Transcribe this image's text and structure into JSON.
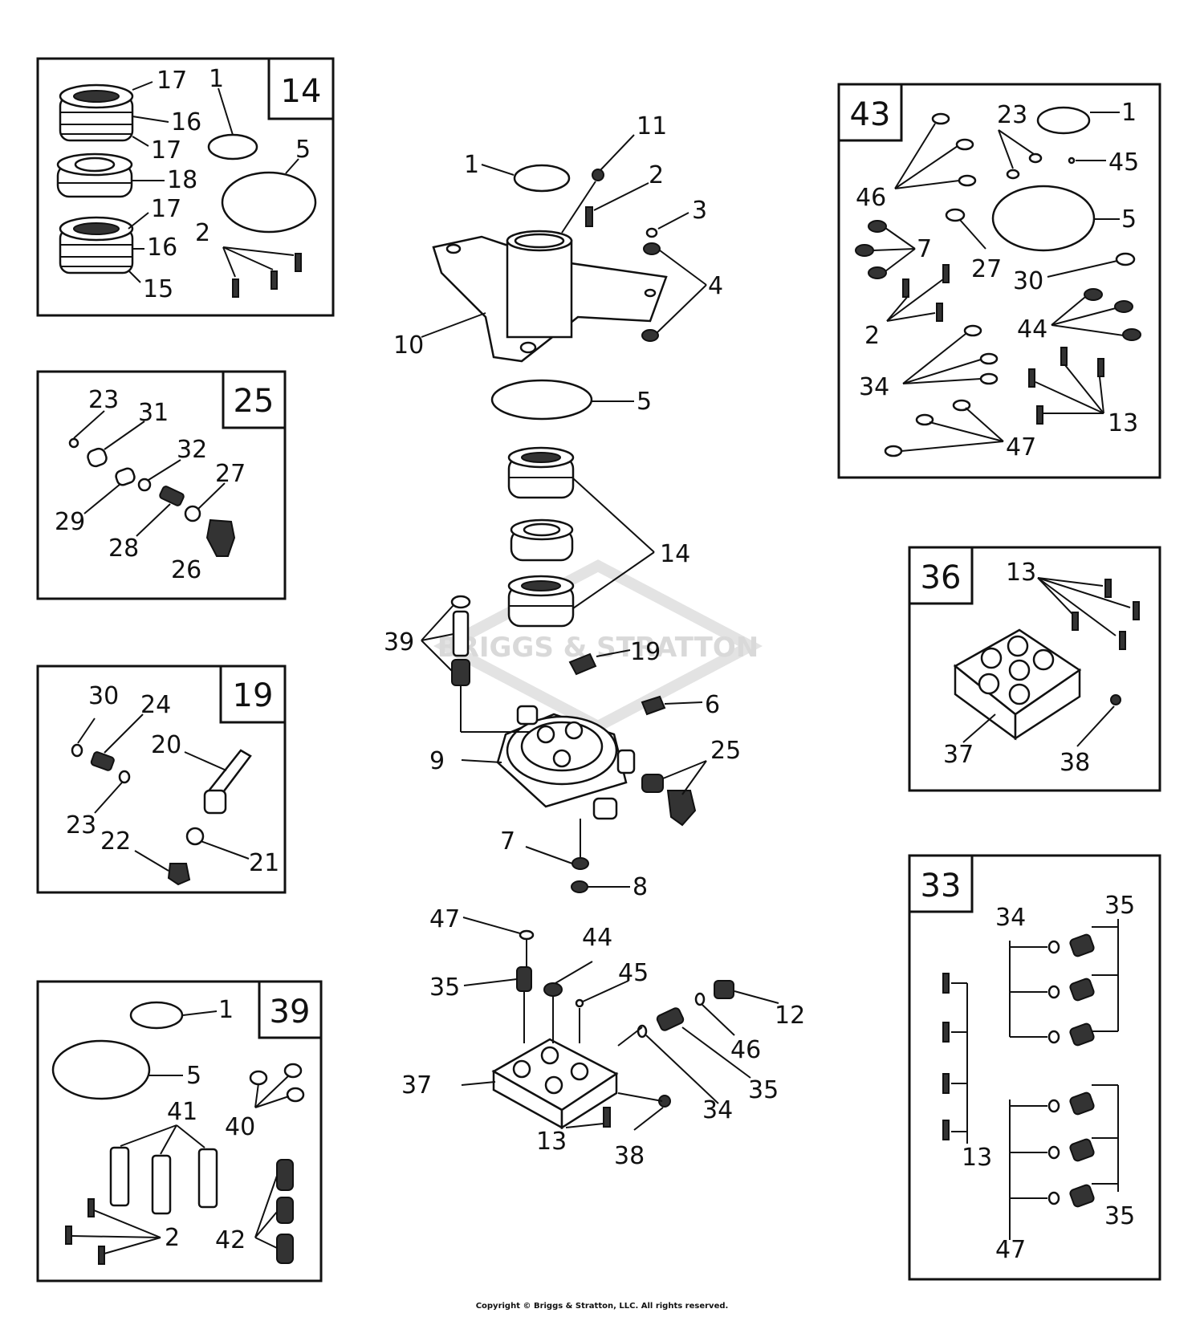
{
  "watermark": "BRIGGS & STRATTON",
  "copyright": "Copyright © Briggs & Stratton, LLC. All rights reserved.",
  "boxes": {
    "b14": {
      "number": "14",
      "labels": [
        "17",
        "16",
        "17",
        "18",
        "17",
        "16",
        "15",
        "1",
        "5",
        "2"
      ]
    },
    "b25": {
      "number": "25",
      "labels": [
        "23",
        "31",
        "32",
        "27",
        "29",
        "28",
        "26"
      ]
    },
    "b19": {
      "number": "19",
      "labels": [
        "30",
        "24",
        "20",
        "23",
        "22",
        "21"
      ]
    },
    "b39": {
      "number": "39",
      "labels": [
        "1",
        "5",
        "41",
        "40",
        "2",
        "42"
      ]
    },
    "b43": {
      "number": "43",
      "labels": [
        "23",
        "1",
        "45",
        "46",
        "5",
        "7",
        "27",
        "30",
        "2",
        "44",
        "34",
        "13",
        "47"
      ]
    },
    "b36": {
      "number": "36",
      "labels": [
        "13",
        "37",
        "38"
      ]
    },
    "b33": {
      "number": "33",
      "labels": [
        "35",
        "34",
        "13",
        "35",
        "47"
      ]
    }
  },
  "main": {
    "labels": [
      "1",
      "11",
      "2",
      "3",
      "4",
      "10",
      "5",
      "14",
      "39",
      "19",
      "6",
      "9",
      "25",
      "7",
      "8",
      "47",
      "44",
      "45",
      "35",
      "12",
      "46",
      "37",
      "35",
      "34",
      "13",
      "38"
    ]
  }
}
